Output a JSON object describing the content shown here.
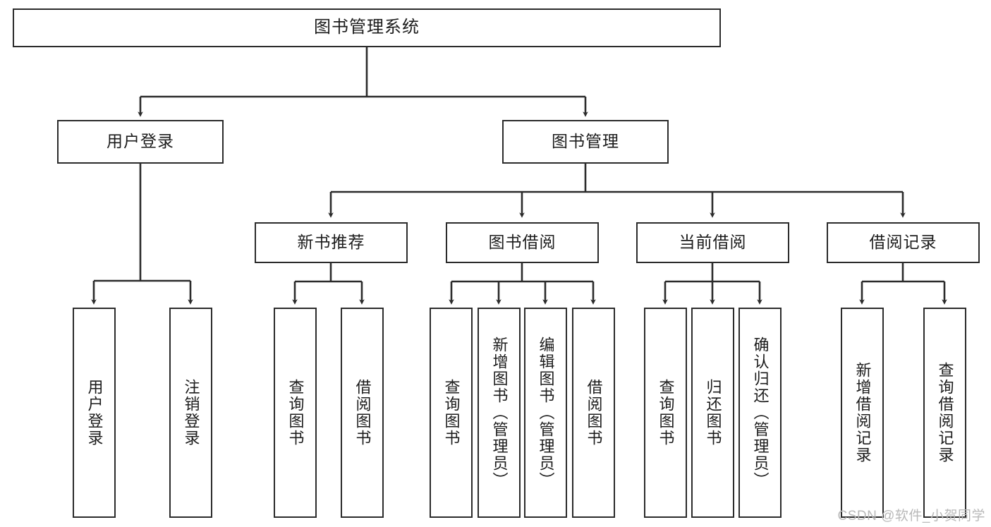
{
  "diagram": {
    "title": "图书管理系统",
    "type": "tree",
    "watermark": "CSDN @软件_小贺同学",
    "stroke_color": "#2b2b2b",
    "fill_color": "#ffffff",
    "text_color": "#1c1c1c",
    "watermark_color": "#b9b9b9",
    "levels": {
      "root": {
        "label": "图书管理系统"
      },
      "level2": [
        {
          "label": "用户登录"
        },
        {
          "label": "图书管理"
        }
      ],
      "level3": [
        {
          "label": "新书推荐"
        },
        {
          "label": "图书借阅"
        },
        {
          "label": "当前借阅"
        },
        {
          "label": "借阅记录"
        }
      ],
      "leaves": [
        {
          "label": "用户登录",
          "parent": "用户登录"
        },
        {
          "label": "注销登录",
          "parent": "用户登录"
        },
        {
          "label": "查询图书",
          "parent": "新书推荐"
        },
        {
          "label": "借阅图书",
          "parent": "新书推荐"
        },
        {
          "label": "查询图书",
          "parent": "图书借阅"
        },
        {
          "label": "新增图书（管理员）",
          "parent": "图书借阅"
        },
        {
          "label": "编辑图书（管理员）",
          "parent": "图书借阅"
        },
        {
          "label": "借阅图书",
          "parent": "图书借阅"
        },
        {
          "label": "查询图书",
          "parent": "当前借阅"
        },
        {
          "label": "归还图书",
          "parent": "当前借阅"
        },
        {
          "label": "确认归还（管理员）",
          "parent": "当前借阅"
        },
        {
          "label": "新增借阅记录",
          "parent": "借阅记录"
        },
        {
          "label": "查询借阅记录",
          "parent": "借阅记录"
        }
      ]
    }
  }
}
